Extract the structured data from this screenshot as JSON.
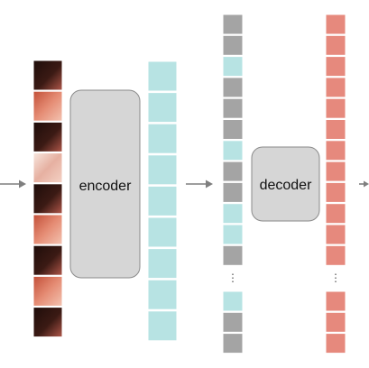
{
  "encoder_label": "encoder",
  "decoder_label": "decoder",
  "ellipsis": "⋮",
  "colors": {
    "background": "#ffffff",
    "box_fill": "#d6d6d6",
    "box_stroke": "#8a8a8a",
    "arrow": "#7f7f7f",
    "token_gray": "#a4a4a4",
    "token_teal": "#b7e3e3",
    "token_red": "#e6897d",
    "cell_stroke": "#ffffff"
  },
  "image_patches": [
    {
      "name": "patch-1",
      "tone": "dark"
    },
    {
      "name": "patch-2",
      "tone": "pink"
    },
    {
      "name": "patch-3",
      "tone": "dark"
    },
    {
      "name": "patch-4",
      "tone": "pale"
    },
    {
      "name": "patch-5",
      "tone": "dark"
    },
    {
      "name": "patch-6",
      "tone": "pink"
    },
    {
      "name": "patch-7",
      "tone": "dark"
    },
    {
      "name": "patch-8",
      "tone": "pink"
    },
    {
      "name": "patch-9",
      "tone": "dark"
    }
  ],
  "encoded_tokens": [
    "teal",
    "teal",
    "teal",
    "teal",
    "teal",
    "teal",
    "teal",
    "teal",
    "teal"
  ],
  "decoder_input_tokens_top": [
    "gray",
    "gray",
    "teal",
    "gray",
    "gray",
    "gray",
    "teal",
    "gray",
    "gray",
    "teal",
    "teal",
    "gray"
  ],
  "decoder_input_tokens_bottom": [
    "teal",
    "gray",
    "gray"
  ],
  "output_tokens_top": [
    "red",
    "red",
    "red",
    "red",
    "red",
    "red",
    "red",
    "red",
    "red",
    "red",
    "red",
    "red"
  ],
  "output_tokens_bottom": [
    "red",
    "red",
    "red"
  ]
}
